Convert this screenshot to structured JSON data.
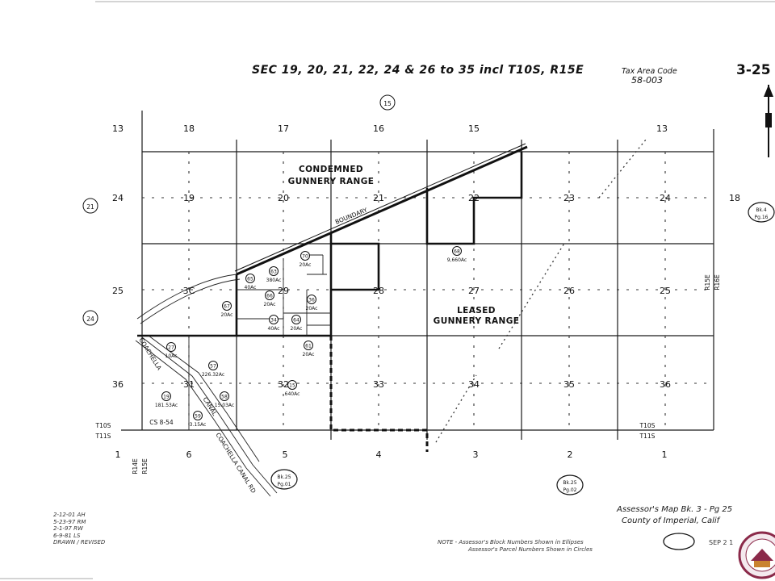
{
  "title": "SEC 19, 20, 21, 22, 24 & 26 to 35 incl  T10S, R15E",
  "tax_area": {
    "label": "Tax Area Code",
    "value": "58-003"
  },
  "map_number": "3-25",
  "top_circle": "15",
  "left_circles": [
    "21",
    "24"
  ],
  "sections_outside_top": [
    "13",
    "18",
    "17",
    "16",
    "15",
    "13"
  ],
  "sections_outside_bottom": [
    "1",
    "6",
    "5",
    "4",
    "3",
    "2",
    "1"
  ],
  "sections_left": [
    "24",
    "25",
    "36"
  ],
  "right_edge_18": "18",
  "section_numbers": [
    "19",
    "20",
    "21",
    "22",
    "23",
    "24",
    "3C",
    "29",
    "28",
    "27",
    "26",
    "25",
    "31",
    "32",
    "33",
    "34",
    "35",
    "36"
  ],
  "area_labels": {
    "condemned": [
      "CONDEMNED",
      "GUNNERY RANGE"
    ],
    "leased": [
      "LEASED",
      "GUNNERY RANGE"
    ],
    "boundary": "BOUNDARY",
    "canal": "COACHELLA CANAL",
    "canal_road": "COACHELLA CANAL RD",
    "canal_upper": "COACHELLA",
    "cs": "CS 8-54"
  },
  "parcels": [
    {
      "num": "68",
      "area": "9,660Ac"
    },
    {
      "num": "70",
      "area": "20Ac"
    },
    {
      "num": "63",
      "area": "380Ac"
    },
    {
      "num": "65",
      "area": "40Ac"
    },
    {
      "num": "66",
      "area": "20Ac"
    },
    {
      "num": "67",
      "area": "20Ac"
    },
    {
      "num": "36",
      "area": "20Ac"
    },
    {
      "num": "34",
      "area": "40Ac"
    },
    {
      "num": "64",
      "area": "20Ac"
    },
    {
      "num": "61",
      "area": "20Ac"
    },
    {
      "num": "27",
      "area": "10Ac"
    },
    {
      "num": "57",
      "area": "226.32Ac"
    },
    {
      "num": "19",
      "area": "181.53Ac"
    },
    {
      "num": "58",
      "area": "15.03Ac"
    },
    {
      "num": "59",
      "area": "3.15Ac"
    },
    {
      "num": "15",
      "area": "640Ac"
    }
  ],
  "township_labels": {
    "top": "T10S",
    "bottom": "T11S"
  },
  "range_labels": {
    "west_top": "R14E",
    "west_bottom": "R15E",
    "east_top": "R15E",
    "east_bottom": "R16E"
  },
  "book_refs": [
    {
      "bk": "Bk.4",
      "pg": "Pg.16"
    },
    {
      "bk": "Bk.25",
      "pg": "Pg.01"
    },
    {
      "bk": "Bk.25",
      "pg": "Pg.02"
    }
  ],
  "amendments": [
    "2-12-01 AH",
    "5-23-97 RM",
    "2-1-97 RW",
    "6-9-81 LS",
    "DRAWN / REVISED"
  ],
  "footer": {
    "assessor_line1": "Assessor's Map  Bk. 3 - Pg 25",
    "assessor_line2": "County of Imperial, Calif",
    "note_line1": "NOTE - Assessor's Block Numbers Shown in Ellipses",
    "note_line2": "Assessor's Parcel Numbers Shown in Circles",
    "date_stamp": "SEP 2 1"
  },
  "colors": {
    "ink": "#1a1a1a",
    "paper": "#ffffff",
    "seal": "#8b2a4a"
  }
}
